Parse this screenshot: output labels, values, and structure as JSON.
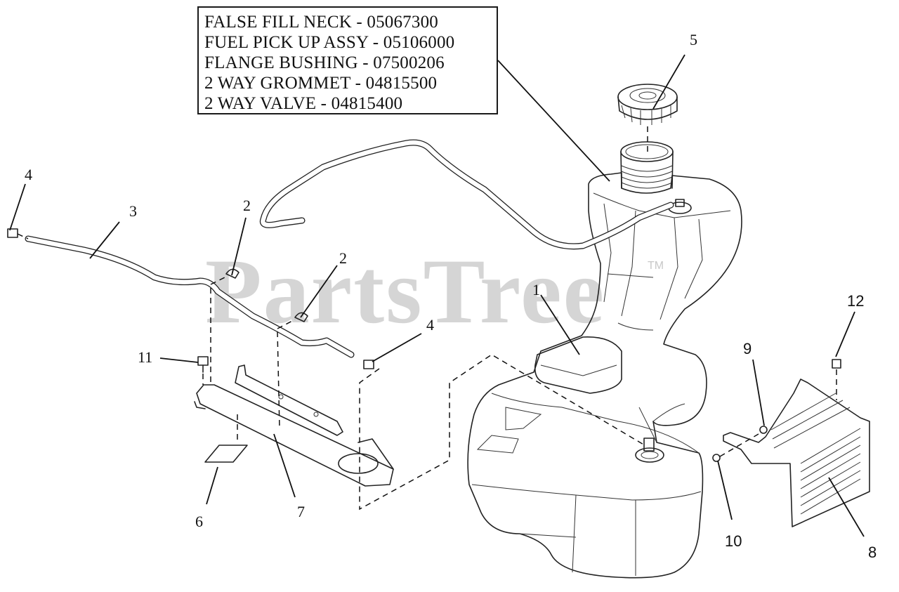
{
  "callout": {
    "lines": [
      "FALSE FILL NECK - 05067300",
      "FUEL PICK UP ASSY - 05106000",
      "FLANGE BUSHING - 07500206",
      "2 WAY GROMMET - 04815500",
      "2 WAY VALVE - 04815400"
    ]
  },
  "watermark": {
    "text": "PartsTree",
    "tm": "TM"
  },
  "callouts": {
    "n1": "1",
    "n2a": "2",
    "n2b": "2",
    "n3": "3",
    "n4a": "4",
    "n4b": "4",
    "n5": "5",
    "n6": "6",
    "n7": "7",
    "n8": "8",
    "n9": "9",
    "n10": "10",
    "n11": "11",
    "n12": "12"
  },
  "colors": {
    "line": "#222222",
    "watermark": "#c8c8c8"
  }
}
